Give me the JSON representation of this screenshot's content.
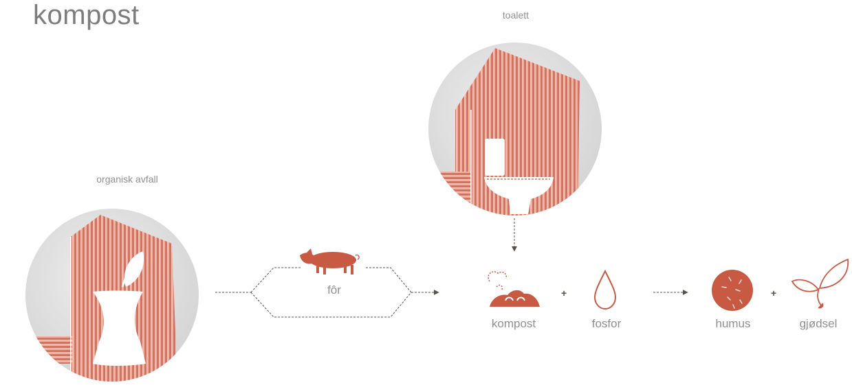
{
  "title": "kompost",
  "sources": {
    "organic": "organisk avfall",
    "toilet": "toalett"
  },
  "feed_label": "fôr",
  "outputs": {
    "kompost": "kompost",
    "fosfor": "fosfor",
    "humus": "humus",
    "gjodsel": "gjødsel"
  },
  "plus_sign": "+",
  "colors": {
    "accent": "#c85a44",
    "stripe_light": "#e3a591",
    "concrete": "#dcdcdc",
    "arrow": "#5a5147",
    "text": "#8f8f8f"
  }
}
